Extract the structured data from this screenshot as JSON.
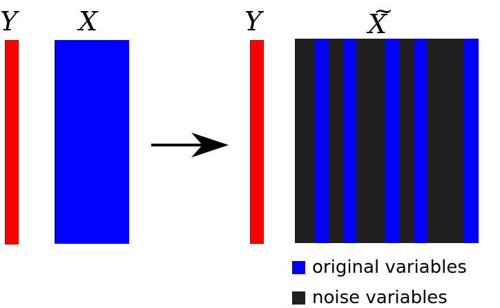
{
  "left": {
    "y_label": "Y",
    "x_label": "X"
  },
  "right": {
    "y_label": "Y",
    "x_label": "X",
    "x_tilde": "~"
  },
  "arrow": {
    "icon": "right-arrow-icon"
  },
  "legend": {
    "items": [
      {
        "label": "original variables",
        "color": "#0000ff"
      },
      {
        "label": "noise variables",
        "color": "#1e1e1e"
      }
    ]
  },
  "colors": {
    "response": "#ff0000",
    "original": "#0000ff",
    "noise": "#1e1e1e"
  }
}
